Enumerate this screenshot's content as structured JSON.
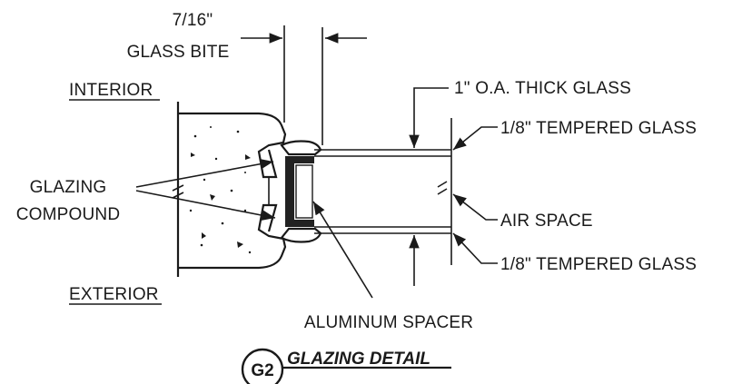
{
  "labels": {
    "glass_bite_dim": "7/16\"",
    "glass_bite": "GLASS BITE",
    "interior": "INTERIOR",
    "exterior": "EXTERIOR",
    "glazing": "GLAZING",
    "compound": "COMPOUND",
    "oa_thick": "1\" O.A. THICK GLASS",
    "tempered_top": "1/8\" TEMPERED GLASS",
    "air_space": "AIR SPACE",
    "tempered_bottom": "1/8\" TEMPERED GLASS",
    "aluminum_spacer": "ALUMINUM SPACER"
  },
  "detail": {
    "id": "G2",
    "title": "GLAZING DETAIL"
  }
}
